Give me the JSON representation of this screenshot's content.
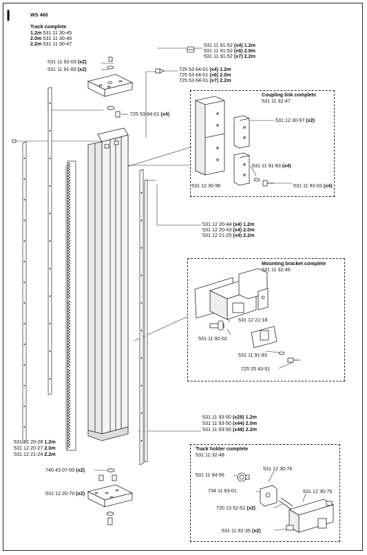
{
  "page_letter": "I",
  "model": "WS 460",
  "track": {
    "title": "Track complete",
    "lines": [
      {
        "len": "1.2m",
        "part": "531 11 30-45"
      },
      {
        "len": "2.0m",
        "part": "531 11 30-46"
      },
      {
        "len": "2.2m",
        "part": "531 11 30-47"
      }
    ]
  },
  "top_left": [
    {
      "part": "531 11 92-03",
      "qty": "(x2)"
    },
    {
      "part": "531 11 91-83",
      "qty": "(x2)"
    }
  ],
  "screw_group": [
    {
      "part": "531 11 91-52",
      "qty": "(x4)",
      "len": "1.2m"
    },
    {
      "part": "531 11 91-52",
      "qty": "(x6)",
      "len": "2.0m"
    },
    {
      "part": "531 11 91-52",
      "qty": "(x7)",
      "len": "2.2m"
    }
  ],
  "bolt_group": [
    {
      "part": "725 53 64-01",
      "qty": "(x4)",
      "len": "1.2m"
    },
    {
      "part": "725 53 64-01",
      "qty": "(x6)",
      "len": "2.0m"
    },
    {
      "part": "725 53 64-01",
      "qty": "(x7)",
      "len": "2.2m"
    }
  ],
  "cap_bolt": {
    "part": "725 53 64-01",
    "qty": "(x4)"
  },
  "coupling": {
    "title": "Coupling link complete",
    "number": "531 11 32-47",
    "plate": {
      "part": "531 12 30-97",
      "qty": "(x2)"
    },
    "washer": {
      "part": "531 11 91-83",
      "qty": "(x4)"
    },
    "bolt": {
      "part": "531 11 92-03",
      "qty": "(x4)"
    },
    "link": "531 12 30-96"
  },
  "rail_group": [
    {
      "part": "531 12 20-44",
      "qty": "(x4)",
      "len": "1.2m"
    },
    {
      "part": "531 12 20-43",
      "qty": "(x4)",
      "len": "2.0m"
    },
    {
      "part": "531 12 21-25",
      "qty": "(x4)",
      "len": "2.2m"
    }
  ],
  "mounting": {
    "title": "Mounting bracket complete",
    "number": "531 11 32-46",
    "clamp": "531 12 21-18",
    "bolt": "531 11 92-02",
    "washer": "531 11 91-83",
    "screw": "725 25 43-51"
  },
  "rivet_group": [
    {
      "part": "531 11 93-50",
      "qty": "(x28)",
      "len": "1.2m"
    },
    {
      "part": "531 11 93-50",
      "qty": "(x44)",
      "len": "2.0m"
    },
    {
      "part": "531 11 93-50",
      "qty": "(x48)",
      "len": "2.2m"
    }
  ],
  "rack_group": [
    {
      "part": "531 12 20-28",
      "len": "1.2m"
    },
    {
      "part": "531 12 20-27",
      "len": "2.0m"
    },
    {
      "part": "531 12 21-24",
      "len": "2.2m"
    }
  ],
  "bottom_ring": {
    "part": "740 43 07-00",
    "qty": "(x2)"
  },
  "bottom_plate": {
    "part": "531 12 20-70",
    "qty": "(x2)"
  },
  "holder": {
    "title": "Track holder complete",
    "number": "531 11 32-48",
    "knob": "531 11 94-56",
    "block": "531 12 30-76",
    "washer": "734 11 63-01",
    "pin": {
      "part": "720 13 52-51",
      "qty": "(x2)"
    },
    "body": "531 12 30-75",
    "screw": {
      "part": "531 11 92-35",
      "qty": "(x2)"
    }
  }
}
